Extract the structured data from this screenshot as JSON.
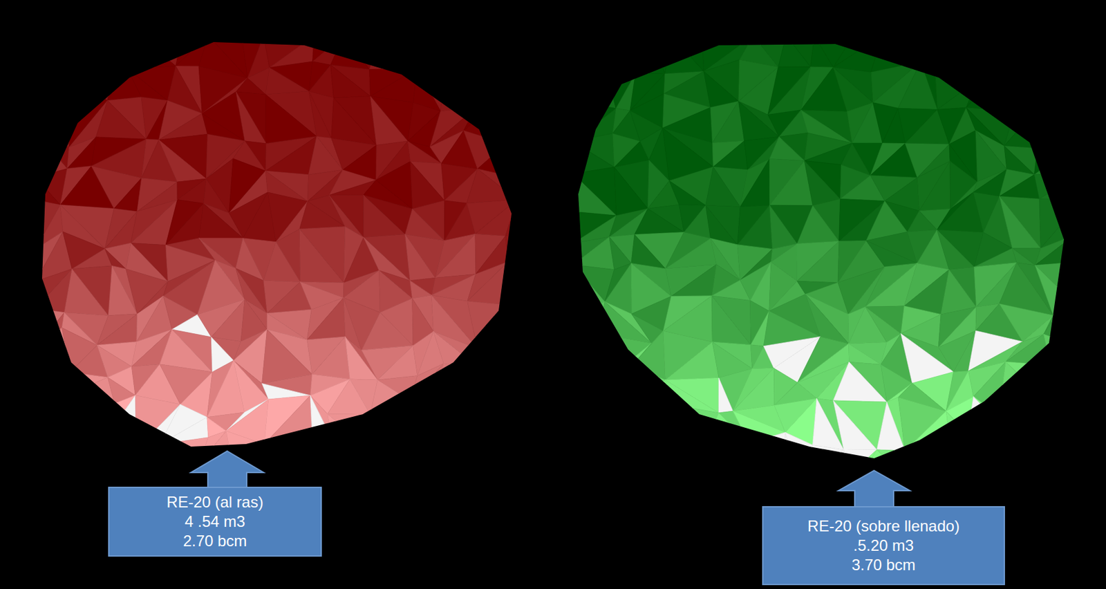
{
  "diagram": {
    "nodes": [
      {
        "text": [
          "RE-20 (al ras)",
          "4 .54 m3",
          "2.70 bcm"
        ]
      },
      {
        "text": [
          "RE-20 (sobre llenado)",
          ".5.20 m3",
          "3.70 bcm"
        ]
      }
    ]
  }
}
